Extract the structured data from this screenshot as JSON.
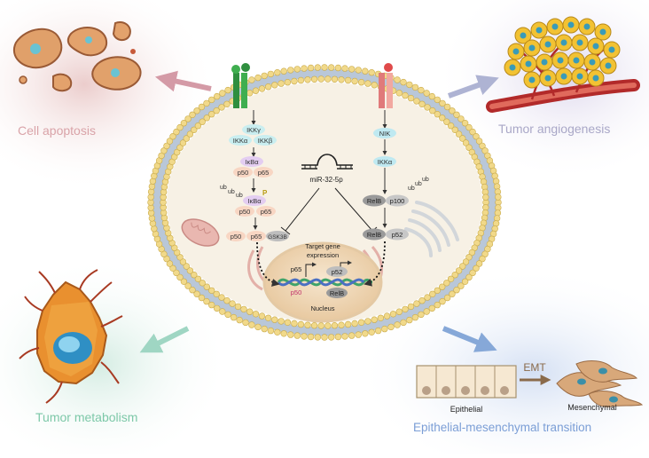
{
  "corner_labels": {
    "top_left": "Cell apoptosis",
    "top_right": "Tumor angiogenesis",
    "bottom_left": "Tumor metabolism",
    "bottom_right": "Epithelial-mesenchymal transition"
  },
  "left_pathway": {
    "ikk_gamma": "IKKγ",
    "ikk_alpha": "IKKα",
    "ikk_beta": "IKKβ",
    "ikb_alpha_1": "IκBα",
    "p50_1": "p50",
    "p65_1": "p65",
    "ub_1": "ub",
    "ub_2": "ub",
    "ub_3": "ub",
    "phospho": "P",
    "ikb_alpha_2": "IκBα",
    "p50_2": "p50",
    "p65_2": "p65",
    "p50_3": "p50",
    "p65_3": "p65",
    "gsk3b": "GSK3B"
  },
  "mirna": {
    "label": "miR-32-5p"
  },
  "right_pathway": {
    "nik": "NIK",
    "ikk_alpha": "IKKα",
    "ub_1": "ub",
    "ub_2": "ub",
    "ub_3": "ub",
    "relb_1": "RelB",
    "p100": "p100",
    "relb_2": "RelB",
    "p52": "p52"
  },
  "nucleus": {
    "title_line1": "Target gene",
    "title_line2": "expression",
    "p65": "p65",
    "p50": "p50",
    "p52": "p52",
    "relb": "RelB",
    "label": "Nucleus"
  },
  "emt": {
    "arrow_label": "EMT",
    "epithelial": "Epithelial",
    "mesenchymal": "Mesenchymal"
  },
  "colors": {
    "membrane_head": "#f1d98a",
    "cytoplasm": "#f7f1e5",
    "nucleus": "#f1d9b8",
    "ikk": "#c9eef0",
    "ikb": "#e3cdf1",
    "p50_p65": "#f8d6c3",
    "noncanonical_gray": "#9a9a9a",
    "nik": "#bfe9f1"
  }
}
